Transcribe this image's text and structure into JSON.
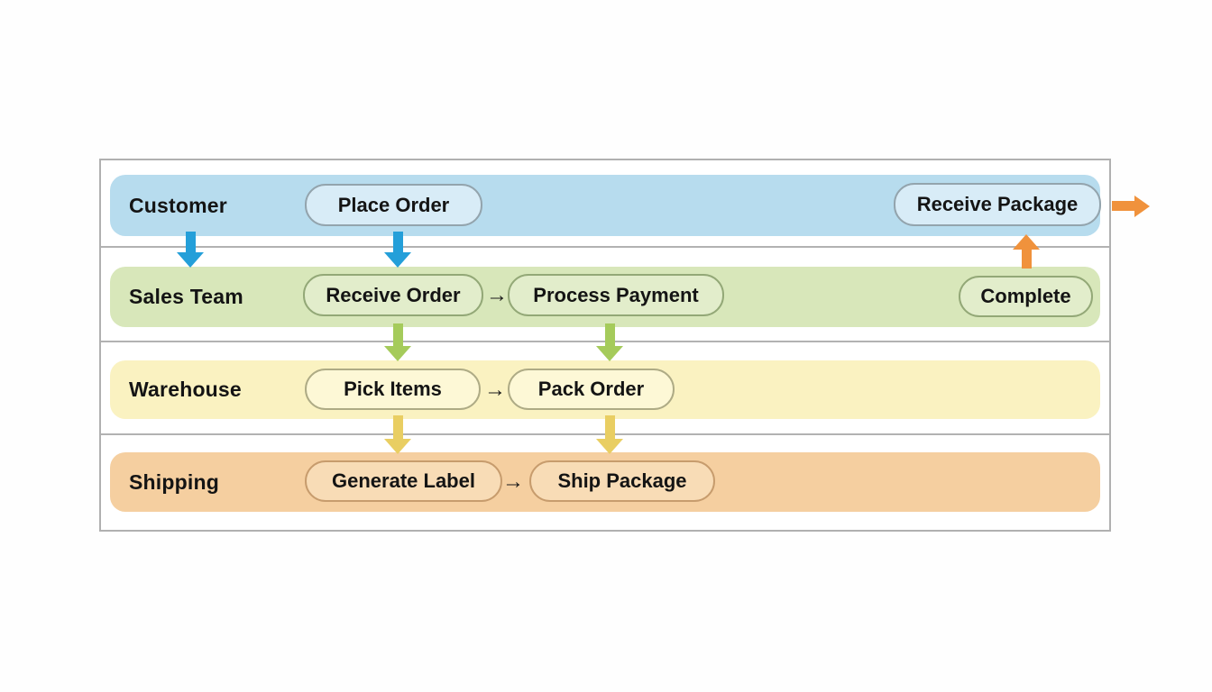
{
  "diagram_type": "swimlane-flowchart",
  "glyphs": {
    "flow_arrow": "→"
  },
  "colors": {
    "frame_border": "#b0b0b0",
    "lane_separator": "#b2b2b2",
    "arrow_blue": "#249fd9",
    "arrow_green": "#a5cb5b",
    "arrow_yellow": "#e9ce62",
    "arrow_orange": "#f0923c",
    "text": "#141414"
  },
  "lanes": [
    {
      "label": "Customer",
      "band_color": "#b7dcee",
      "node_fill": "#d8ecf7",
      "node_border": "#93a4ad",
      "nodes": [
        {
          "label": "Place Order"
        },
        {
          "label": "Receive Package"
        }
      ]
    },
    {
      "label": "Sales Team",
      "band_color": "#d8e7ba",
      "node_fill": "#e2edcb",
      "node_border": "#93a877",
      "nodes": [
        {
          "label": "Receive Order"
        },
        {
          "label": "Process Payment"
        },
        {
          "label": "Complete"
        }
      ]
    },
    {
      "label": "Warehouse",
      "band_color": "#faf2c1",
      "node_fill": "#fdf8d6",
      "node_border": "#aeab85",
      "nodes": [
        {
          "label": "Pick Items"
        },
        {
          "label": "Pack Order"
        }
      ]
    },
    {
      "label": "Shipping",
      "band_color": "#f5cfa0",
      "node_fill": "#f8dcb6",
      "node_border": "#c79c6d",
      "nodes": [
        {
          "label": "Generate Label"
        },
        {
          "label": "Ship Package"
        }
      ]
    }
  ],
  "connections": [
    {
      "from": "Customer",
      "to": "Sales Team",
      "color": "blue",
      "direction": "down",
      "under": "Customer label"
    },
    {
      "from": "Place Order",
      "to": "Receive Order",
      "color": "blue",
      "direction": "down"
    },
    {
      "from": "Receive Order",
      "to": "Process Payment",
      "color": "black",
      "direction": "right"
    },
    {
      "from": "Receive Order",
      "to": "Pick Items",
      "color": "green",
      "direction": "down"
    },
    {
      "from": "Process Payment",
      "to": "Pack Order",
      "color": "green",
      "direction": "down"
    },
    {
      "from": "Pick Items",
      "to": "Pack Order",
      "color": "black",
      "direction": "right"
    },
    {
      "from": "Pick Items",
      "to": "Generate Label",
      "color": "yellow",
      "direction": "down"
    },
    {
      "from": "Pack Order",
      "to": "Ship Package",
      "color": "yellow",
      "direction": "down"
    },
    {
      "from": "Generate Label",
      "to": "Ship Package",
      "color": "black",
      "direction": "right"
    },
    {
      "from": "Complete",
      "to": "Receive Package",
      "color": "orange",
      "direction": "up"
    },
    {
      "from": "Receive Package",
      "to": "outside frame",
      "color": "orange",
      "direction": "right"
    }
  ]
}
